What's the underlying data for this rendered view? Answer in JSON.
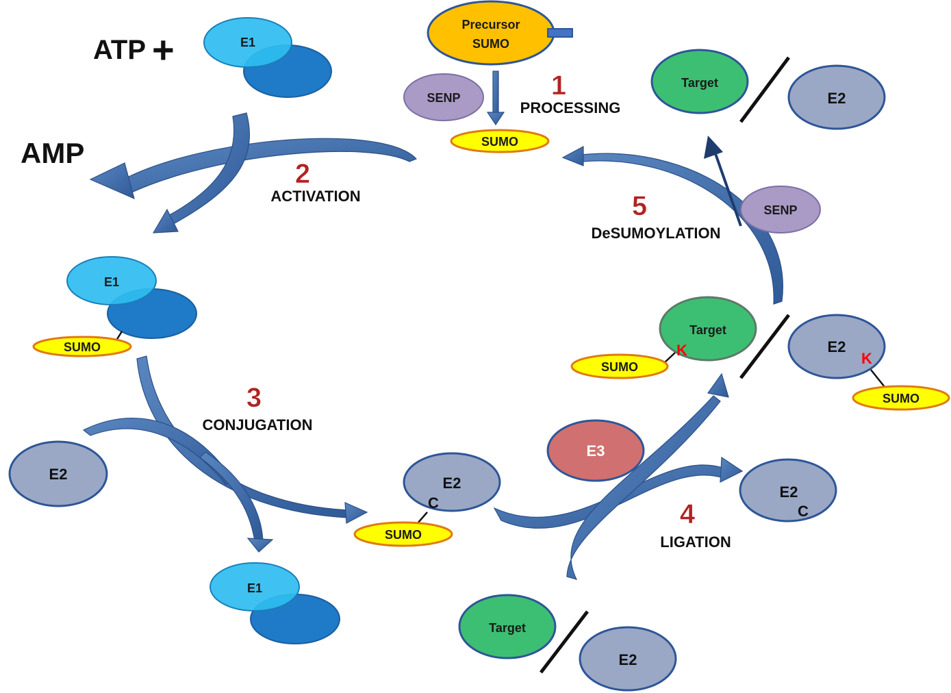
{
  "inputs": {
    "atp": "ATP",
    "plus": "+",
    "amp": "AMP"
  },
  "precursor": {
    "line1": "Precursor",
    "line2": "SUMO"
  },
  "labels": {
    "e1": "E1",
    "e2": "E2",
    "e3": "E3",
    "sumo": "SUMO",
    "senp": "SENP",
    "target": "Target",
    "cys": "C",
    "lys": "K"
  },
  "steps": [
    {
      "number": "1",
      "label": "PROCESSING"
    },
    {
      "number": "2",
      "label": "ACTIVATION"
    },
    {
      "number": "3",
      "label": "CONJUGATION"
    },
    {
      "number": "4",
      "label": "LIGATION"
    },
    {
      "number": "5",
      "label": "DeSUMOYLATION"
    }
  ],
  "colors": {
    "e1_light": "#2fbdf0",
    "e1_dark": "#1f7ac7",
    "e2": "#9aa8c6",
    "e3": "#d17070",
    "target": "#3dbf73",
    "senp": "#a99ac6",
    "sumo_fill": "#ffff00",
    "sumo_edge": "#e07a10",
    "precursor": "#ffc000",
    "arrow": "#3e6aa8",
    "step_number": "#b22222",
    "lysine": "#ff0000"
  }
}
